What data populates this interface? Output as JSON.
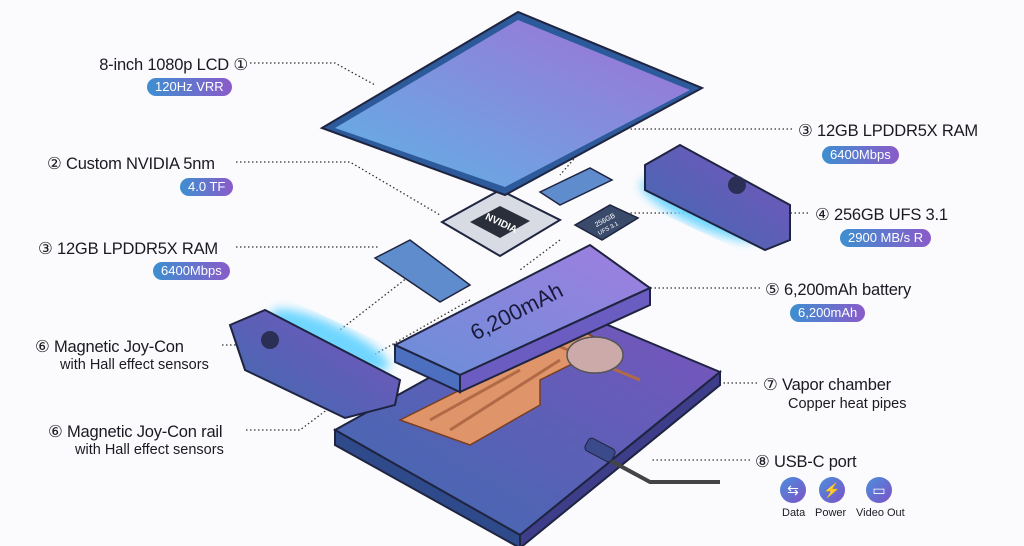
{
  "callouts": [
    {
      "num": "①",
      "title": "8-inch 1080p LCD",
      "badge": "120Hz VRR"
    },
    {
      "num": "②",
      "title": "Custom NVIDIA 5nm",
      "badge": "4.0 TF"
    },
    {
      "num": "③",
      "title": "12GB LPDDR5X RAM",
      "badge": "6400Mbps"
    },
    {
      "num": "③",
      "title": "12GB LPDDR5X RAM",
      "badge": "6400Mbps"
    },
    {
      "num": "④",
      "title": "256GB UFS 3.1",
      "badge": "2900 MB/s R"
    },
    {
      "num": "⑤",
      "title": "6,200mAh battery",
      "badge": "6,200mAh"
    },
    {
      "num": "⑥",
      "title": "Magnetic Joy-Con",
      "subtitle": "with Hall effect sensors"
    },
    {
      "num": "⑥",
      "title": "Magnetic Joy-Con rail",
      "subtitle": "with Hall effect sensors"
    },
    {
      "num": "⑦",
      "title": "Vapor chamber",
      "subtitle": "Copper heat pipes"
    },
    {
      "num": "⑧",
      "title": "USB-C port"
    }
  ],
  "usb_features": [
    {
      "label": "Data",
      "icon": "arrows-exchange-icon"
    },
    {
      "label": "Power",
      "icon": "lightning-icon"
    },
    {
      "label": "Video Out",
      "icon": "monitor-icon"
    }
  ],
  "component_text": {
    "chip_brand": "NVIDIA",
    "storage_chip": "256GB UFS 3.1",
    "storage_chip_line1": "256GB",
    "storage_chip_line2": "UFS 3.1",
    "battery": "6,200mAh"
  },
  "colors": {
    "badge_start": "#3d8fd0",
    "badge_end": "#8a5bc9",
    "copper": "#e0946a",
    "glow": "#6fd6ff"
  }
}
